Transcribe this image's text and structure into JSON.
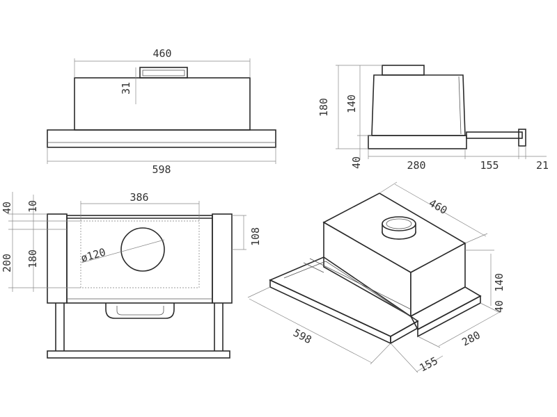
{
  "front_view": {
    "width_top": "460",
    "handle_height": "31",
    "width_bottom": "598"
  },
  "side_view": {
    "total_height": "180",
    "body_height": "140",
    "panel_height": "40",
    "depth_body": "280",
    "depth_slide": "155",
    "handle_depth": "21"
  },
  "bottom_view": {
    "depth_total": "40",
    "front_offset": "10",
    "cutout_width": "386",
    "cutout_depth": "108",
    "height_total": "200",
    "height_inner": "180",
    "duct_diameter": "ø120"
  },
  "iso_view": {
    "width_top": "460",
    "height": "140",
    "panel": "40",
    "depth": "280",
    "slide": "155",
    "width_bottom": "598"
  }
}
